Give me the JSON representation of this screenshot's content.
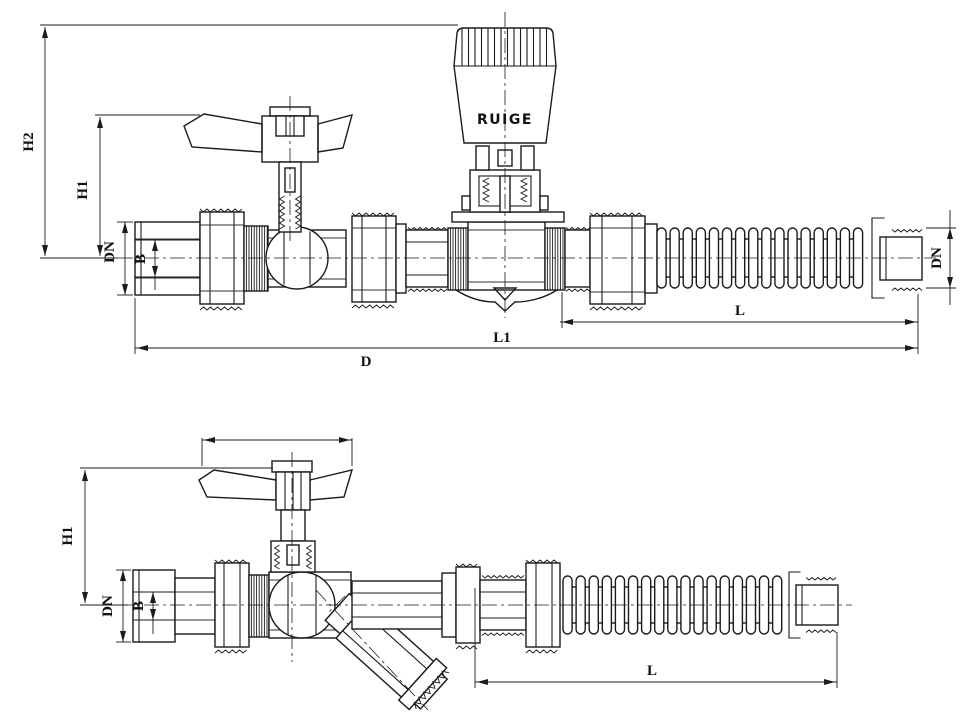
{
  "page": {
    "background": "#ffffff",
    "line_color": "#1b1b1b"
  },
  "top_view": {
    "name": "thermostatic-valve-assembly-side-view",
    "brand_label": "RUIGE",
    "dims": {
      "h2": "H2",
      "h1": "H1",
      "dn_left": "DN",
      "b": "B",
      "dn_right": "DN",
      "l": "L",
      "l1": "L1",
      "d": "D"
    }
  },
  "bottom_view": {
    "name": "ball-valve-strainer-assembly-side-view",
    "dims": {
      "h1": "H1",
      "dn": "DN",
      "b": "B",
      "l": "L"
    }
  }
}
